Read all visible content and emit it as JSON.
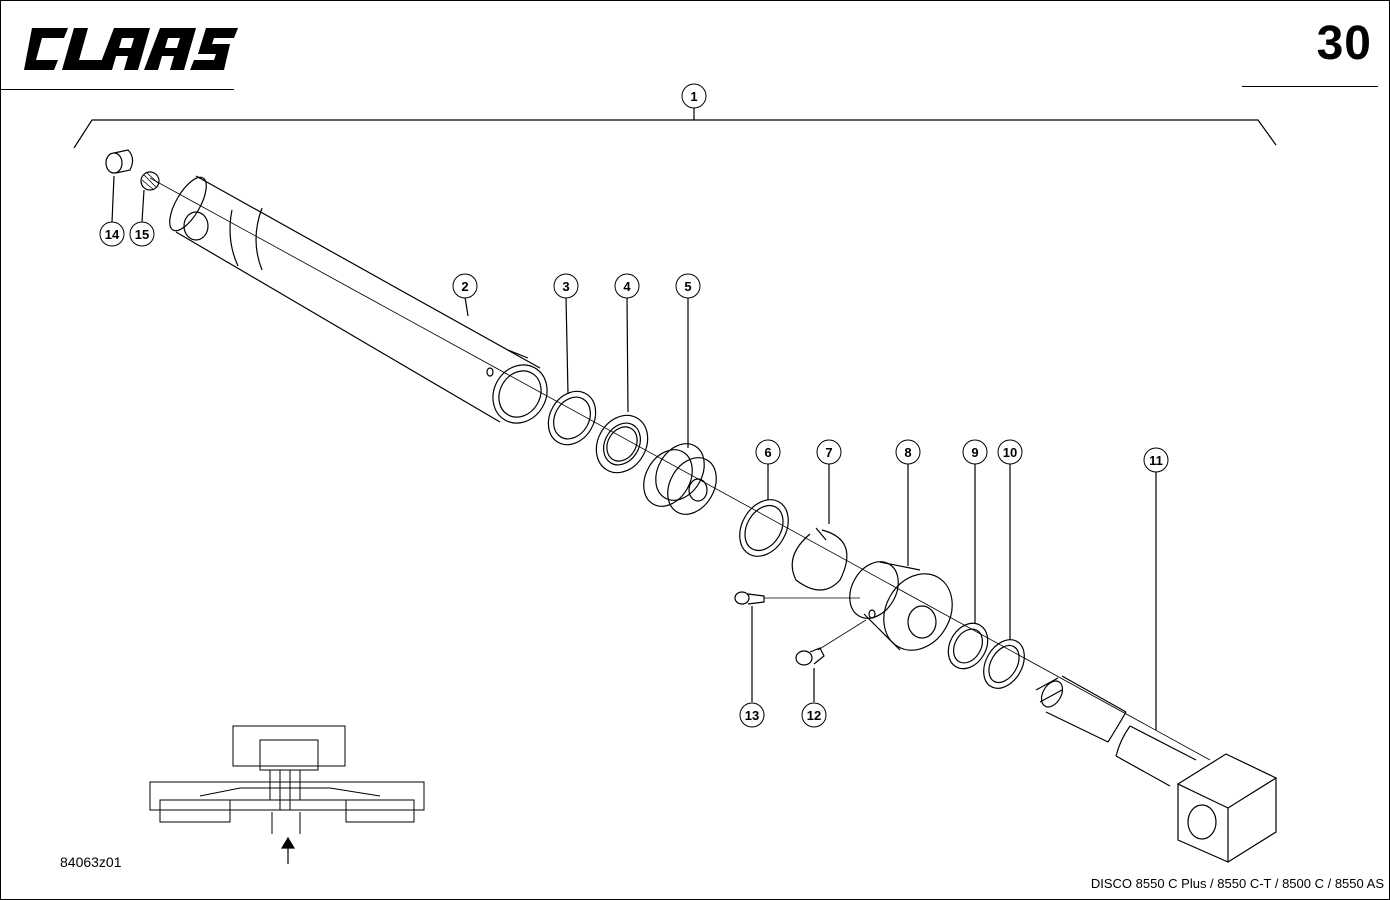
{
  "header": {
    "brand": "CLAAS",
    "page_number": "30"
  },
  "callouts": [
    "1",
    "2",
    "3",
    "4",
    "5",
    "6",
    "7",
    "8",
    "9",
    "10",
    "11",
    "12",
    "13",
    "14",
    "15"
  ],
  "footer": {
    "drawing_id": "84063z01",
    "models": "DISCO 8550 C Plus / 8550 C-T / 8500 C / 8550 AS"
  }
}
